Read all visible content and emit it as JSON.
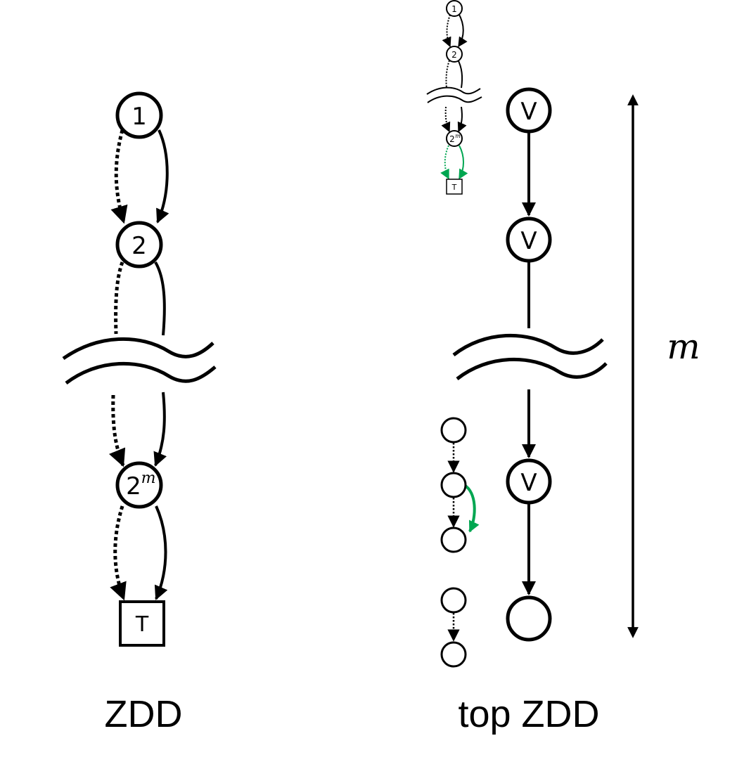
{
  "zdd": {
    "caption": "ZDD",
    "node1": "1",
    "node2": "2",
    "node3_base": "2",
    "node3_exp": "m",
    "terminal": "T"
  },
  "mini": {
    "node1": "1",
    "node2": "2",
    "node3_base": "2",
    "node3_exp": "m",
    "terminal": "T"
  },
  "top_zdd": {
    "caption": "top ZDD",
    "node_a": "V",
    "node_b": "V",
    "node_c": "V",
    "dimension_label": "m"
  },
  "colors": {
    "ink": "#000000",
    "highlight": "#00a651"
  }
}
